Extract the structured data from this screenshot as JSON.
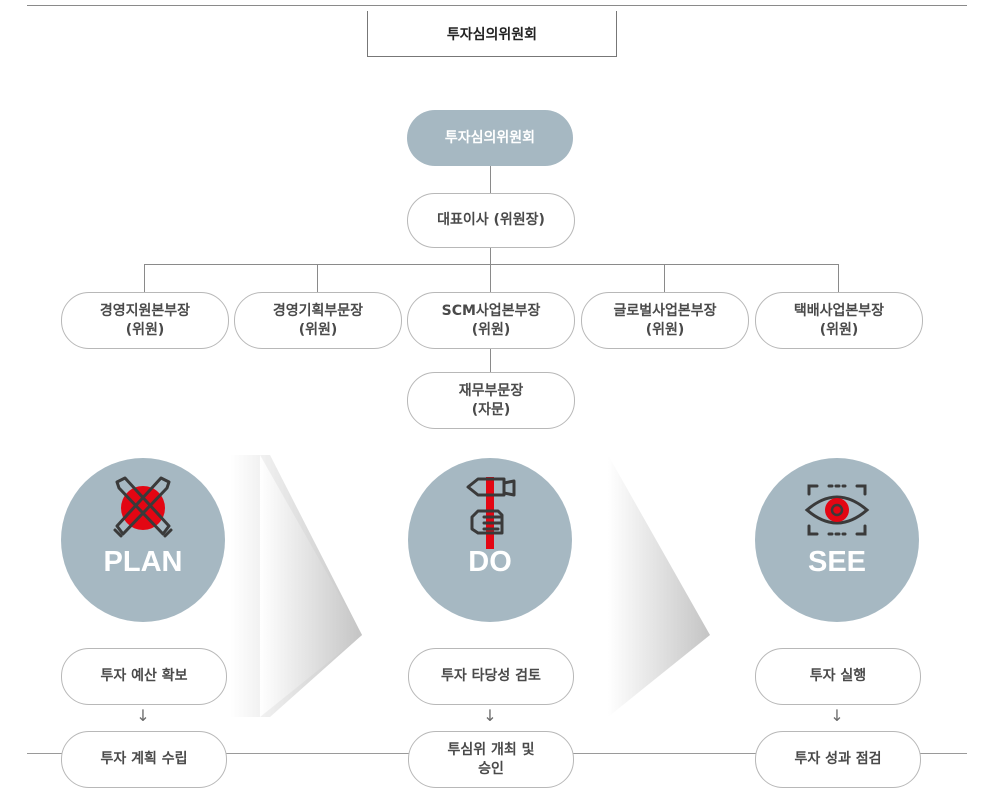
{
  "header": {
    "title": "투자심의위원회"
  },
  "org": {
    "root": "투자심의위원회",
    "chair": "대표이사 (위원장)",
    "members": [
      {
        "line1": "경영지원본부장",
        "line2": "(위원)"
      },
      {
        "line1": "경영기획부문장",
        "line2": "(위원)"
      },
      {
        "line1": "SCM사업본부장",
        "line2": "(위원)"
      },
      {
        "line1": "글로벌사업본부장",
        "line2": "(위원)"
      },
      {
        "line1": "택배사업본부장",
        "line2": "(위원)"
      }
    ],
    "advisor": {
      "line1": "재무부문장",
      "line2": "(자문)"
    }
  },
  "process": {
    "plan": {
      "label": "PLAN",
      "icon": "crossed-pencil-icon",
      "step1": "투자 예산 확보",
      "step2": "투자 계획 수립"
    },
    "do": {
      "label": "DO",
      "icon": "hammer-hand-icon",
      "step1": "투자 타당성 검토",
      "step2_line1": "투심위 개최 및",
      "step2_line2": "승인"
    },
    "see": {
      "label": "SEE",
      "icon": "eye-focus-icon",
      "step1": "투자 실행",
      "step2": "투자 성과 점검"
    },
    "arrow_glyph": "↓"
  },
  "colors": {
    "accent": "#e30613",
    "circle": "#a6b8c2",
    "line": "#8a8a8a"
  }
}
